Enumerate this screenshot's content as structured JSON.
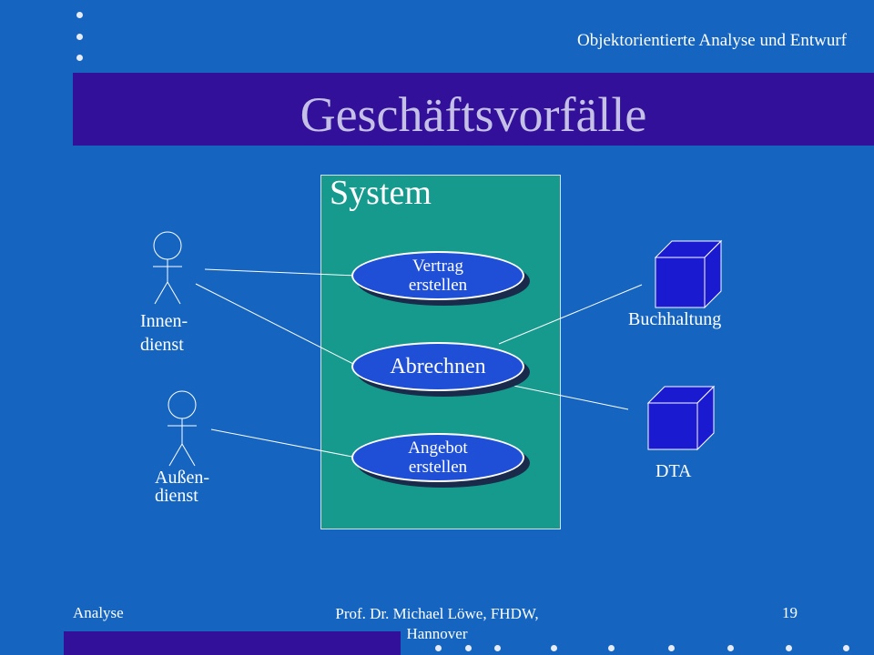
{
  "header": {
    "course_title": "Objektorientierte Analyse und Entwurf"
  },
  "slide": {
    "title": "Geschäftsvorfälle"
  },
  "diagram": {
    "system_label": "System",
    "use_cases": [
      {
        "line1": "Vertrag",
        "line2": "erstellen"
      },
      {
        "line1": "Abrechnen"
      },
      {
        "line1": "Angebot",
        "line2": "erstellen"
      }
    ],
    "actors": [
      {
        "line1": "Innen-",
        "line2": "dienst"
      },
      {
        "line1": "Außen-",
        "line2": "dienst"
      }
    ],
    "nodes": [
      {
        "label": "Buchhaltung"
      },
      {
        "label": "DTA"
      }
    ]
  },
  "footer": {
    "left": "Analyse",
    "center_line1": "Prof. Dr. Michael Löwe, FHDW,",
    "center_line2": "Hannover",
    "page_number": "19"
  },
  "colors": {
    "background": "#1565c0",
    "title_bar": "#33109a",
    "system_box": "#169a8e",
    "use_case": "#1f4fd6",
    "node": "#1a1ad0"
  }
}
